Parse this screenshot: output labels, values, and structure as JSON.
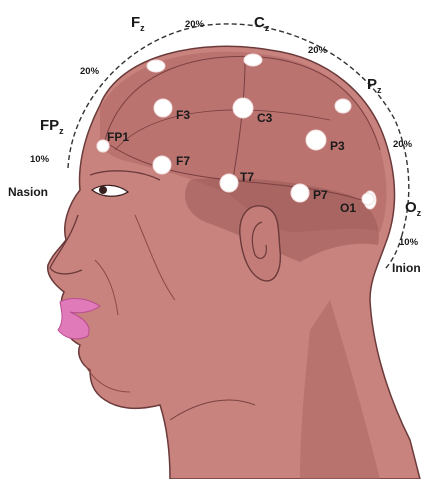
{
  "head_labels": {
    "fz": {
      "main": "F",
      "sub": "z"
    },
    "cz": {
      "main": "C",
      "sub": "z"
    },
    "pz": {
      "main": "P",
      "sub": "z"
    },
    "fpz": {
      "main": "FP",
      "sub": "z"
    },
    "oz": {
      "main": "O",
      "sub": "z"
    },
    "nasion": "Nasion",
    "inion": "Inion"
  },
  "percent_labels": {
    "fz_cz": "20%",
    "cz_pz": "20%",
    "fpz_fz": "20%",
    "pz_oz": "20%",
    "nasion_fpz": "10%",
    "oz_inion": "10%"
  },
  "electrode_labels": {
    "fp1": "FP1",
    "f3": "F3",
    "c3": "C3",
    "p3": "P3",
    "f7": "F7",
    "t7": "T7",
    "p7": "P7",
    "o1": "O1"
  },
  "colors": {
    "skin": "#c9837e",
    "scalp": "#b5706c",
    "shadow": "#9a5a57",
    "lips": "#e07ab8",
    "outline": "#5a3030"
  }
}
